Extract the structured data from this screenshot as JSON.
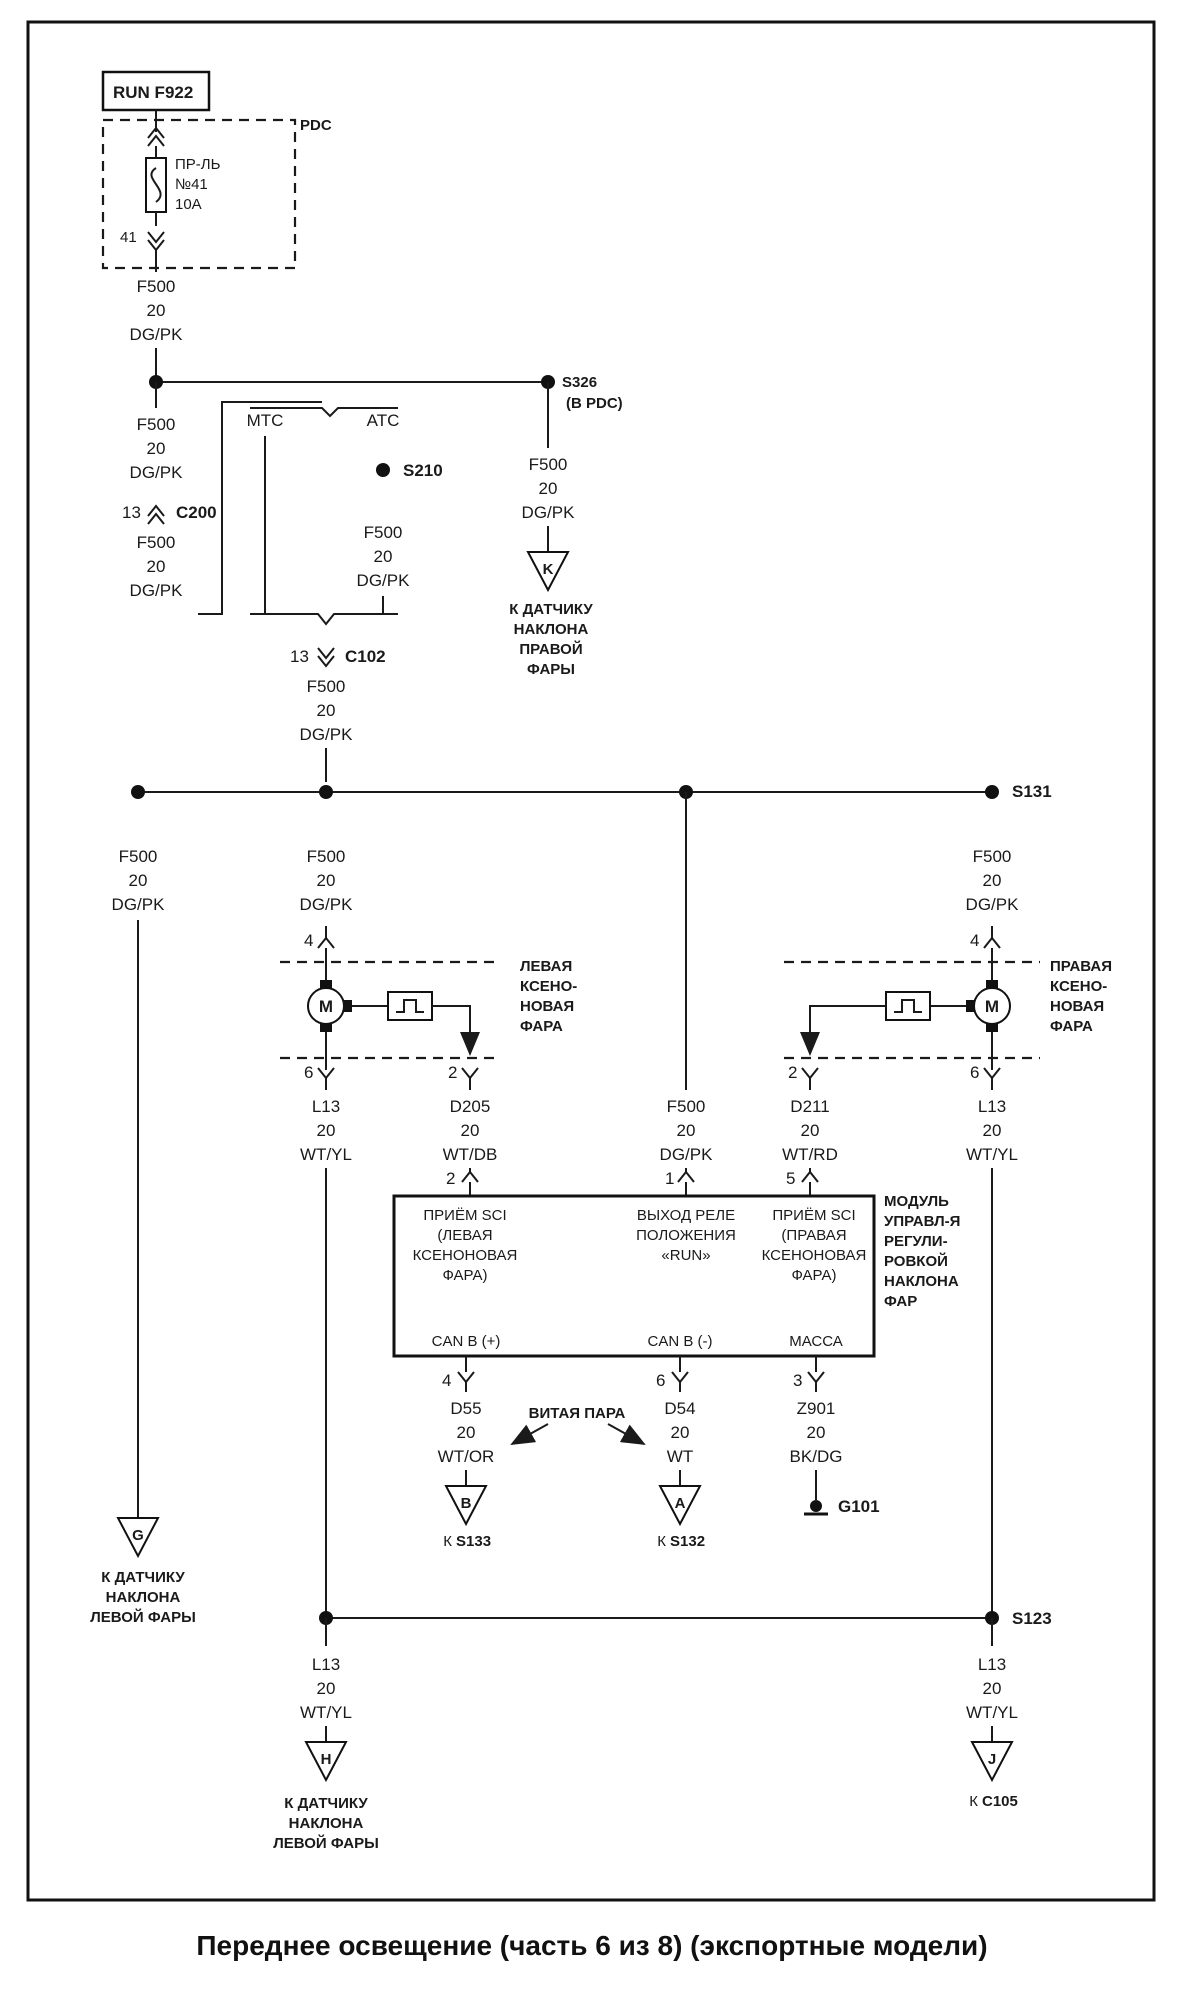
{
  "caption": "Переднее освещение (часть 6 из 8) (экспортные модели)",
  "fuse_box": {
    "run_label": "RUN F922",
    "pdc_label": "PDC",
    "fuse_line1": "ПР-ЛЬ",
    "fuse_line2": "№41",
    "fuse_line3": "10A",
    "pin": "41"
  },
  "wire_f500": {
    "circuit": "F500",
    "gauge": "20",
    "color": "DG/PK"
  },
  "splices": {
    "s326": "S326",
    "s326_note": "(В PDC)",
    "s210": "S210",
    "s131": "S131",
    "s123": "S123"
  },
  "connectors": {
    "c200": "C200",
    "c200_pin": "13",
    "c102": "C102",
    "c102_pin": "13"
  },
  "options": {
    "mtc": "MTC",
    "atc": "ATC"
  },
  "terminals": {
    "k": {
      "letter": "K",
      "line1": "К ДАТЧИКУ",
      "line2": "НАКЛОНА",
      "line3": "ПРАВОЙ",
      "line4": "ФАРЫ"
    },
    "g": {
      "letter": "G",
      "line1": "К ДАТЧИКУ",
      "line2": "НАКЛОНА",
      "line3": "ЛЕВОЙ ФАРЫ"
    },
    "h": {
      "letter": "H",
      "line1": "К ДАТЧИКУ",
      "line2": "НАКЛОНА",
      "line3": "ЛЕВОЙ ФАРЫ"
    },
    "j": {
      "letter": "J",
      "prefix": "К",
      "dest": "C105"
    },
    "b": {
      "letter": "B",
      "prefix": "К",
      "dest": "S133"
    },
    "a": {
      "letter": "A",
      "prefix": "К",
      "dest": "S132"
    }
  },
  "left_lamp": {
    "line1": "ЛЕВАЯ",
    "line2": "КСЕНО-",
    "line3": "НОВАЯ",
    "line4": "ФАРА",
    "pin_in": "4",
    "pin_l13": "6",
    "pin_d205": "2",
    "motor": "M"
  },
  "right_lamp": {
    "line1": "ПРАВАЯ",
    "line2": "КСЕНО-",
    "line3": "НОВАЯ",
    "line4": "ФАРА",
    "pin_in": "4",
    "pin_l13": "6",
    "pin_d211": "2",
    "motor": "M"
  },
  "wires": {
    "l13": {
      "circuit": "L13",
      "gauge": "20",
      "color": "WT/YL"
    },
    "d205": {
      "circuit": "D205",
      "gauge": "20",
      "color": "WT/DB"
    },
    "d211": {
      "circuit": "D211",
      "gauge": "20",
      "color": "WT/RD"
    },
    "d55": {
      "circuit": "D55",
      "gauge": "20",
      "color": "WT/OR"
    },
    "d54": {
      "circuit": "D54",
      "gauge": "20",
      "color": "WT"
    },
    "z901": {
      "circuit": "Z901",
      "gauge": "20",
      "color": "BK/DG"
    }
  },
  "module": {
    "title1": "МОДУЛЬ",
    "title2": "УПРАВЛ-Я",
    "title3": "РЕГУЛИ-",
    "title4": "РОВКОЙ",
    "title5": "НАКЛОНА",
    "title6": "ФАР",
    "pin_left_top": "2",
    "pin_mid_top": "1",
    "pin_right_top": "5",
    "left_in1": "ПРИЁМ SCI",
    "left_in2": "(ЛЕВАЯ",
    "left_in3": "КСЕНОНОВАЯ",
    "left_in4": "ФАРА)",
    "mid_in1": "ВЫХОД РЕЛЕ",
    "mid_in2": "ПОЛОЖЕНИЯ",
    "mid_in3": "«RUN»",
    "right_in1": "ПРИЁМ SCI",
    "right_in2": "(ПРАВАЯ",
    "right_in3": "КСЕНОНОВАЯ",
    "right_in4": "ФАРА)",
    "can_plus": "CAN B (+)",
    "can_minus": "CAN B (-)",
    "ground": "МАССА",
    "pin_can_plus": "4",
    "pin_can_minus": "6",
    "pin_ground": "3"
  },
  "twisted_pair": "ВИТАЯ ПАРА",
  "ground_label": "G101"
}
